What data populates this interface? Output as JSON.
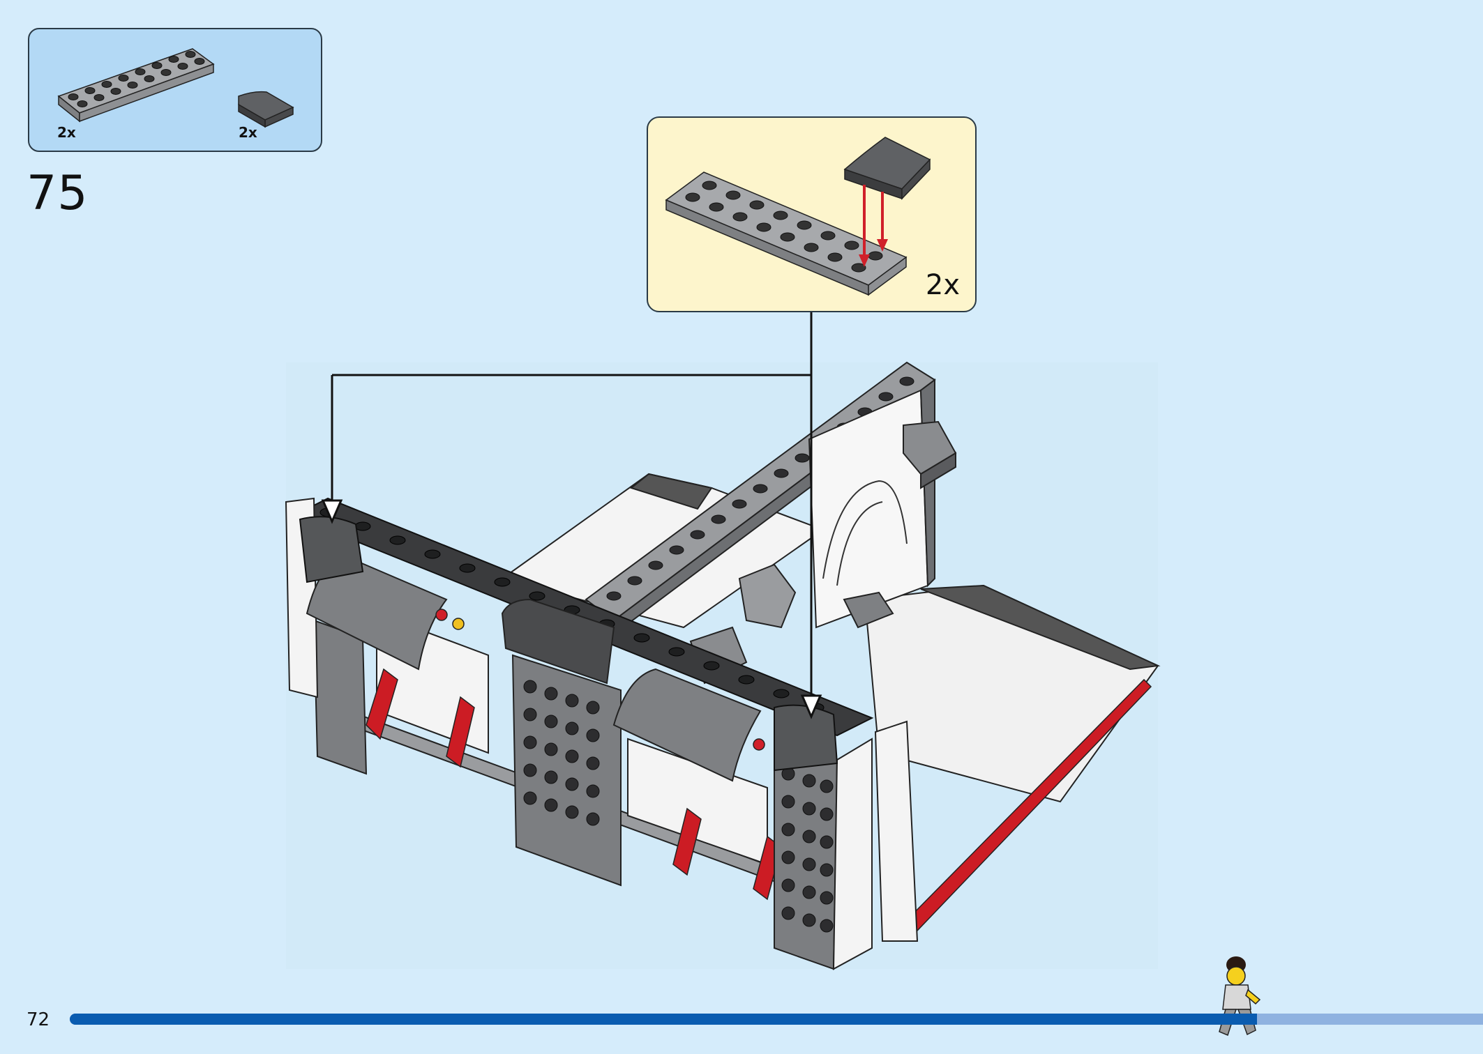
{
  "parts_list": {
    "items": [
      {
        "name": "plate-2x8-light-gray",
        "qty": "2x"
      },
      {
        "name": "curved-slope-2x2-dark-gray",
        "qty": "2x"
      }
    ]
  },
  "step": {
    "number": "75"
  },
  "callout": {
    "qty": "2x"
  },
  "footer": {
    "page_number": "72",
    "progress": 0.84
  },
  "colors": {
    "background": "#d5ecfb",
    "parts_box": "#b3d9f5",
    "callout": "#fdf5cc",
    "progress_fill": "#0a5cb0",
    "progress_track": "#8fb2e0",
    "arrow_red": "#d0202a"
  }
}
